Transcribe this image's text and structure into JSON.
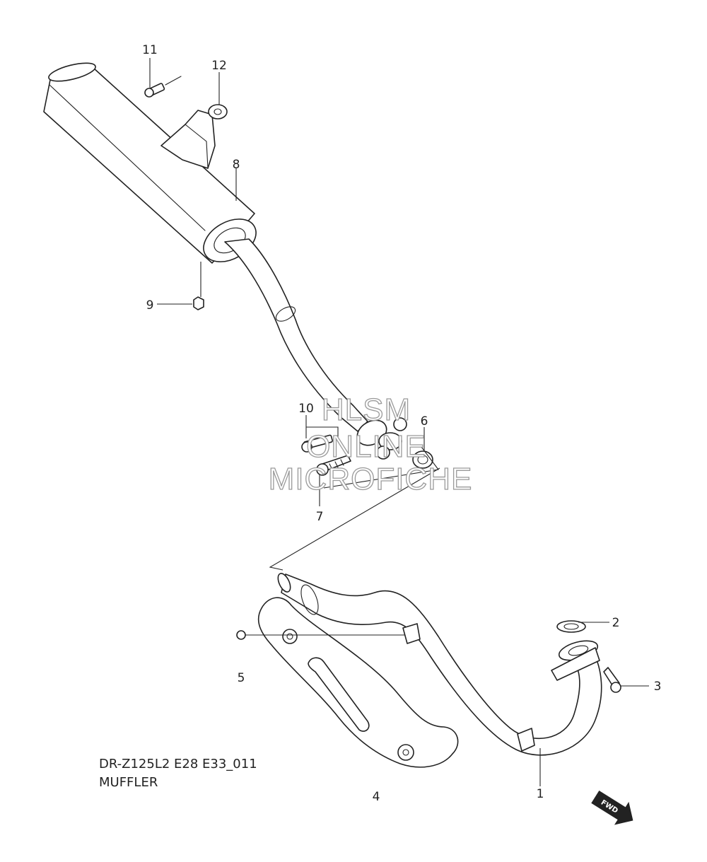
{
  "callouts": {
    "c1": "1",
    "c2": "2",
    "c3": "3",
    "c4": "4",
    "c5": "5",
    "c6": "6",
    "c7": "7",
    "c8": "8",
    "c9": "9",
    "c10": "10",
    "c11": "11",
    "c12": "12"
  },
  "watermark": {
    "line1": "HLSM",
    "line2": "ONLINE",
    "line3": "MICROFICHE"
  },
  "caption": {
    "code": "DR-Z125L2 E28 E33_011",
    "title": "MUFFLER"
  },
  "fwd_badge": "FWD",
  "colors": {
    "line": "#222222",
    "watermark_outline": "#9a9a9a",
    "background": "#ffffff"
  }
}
